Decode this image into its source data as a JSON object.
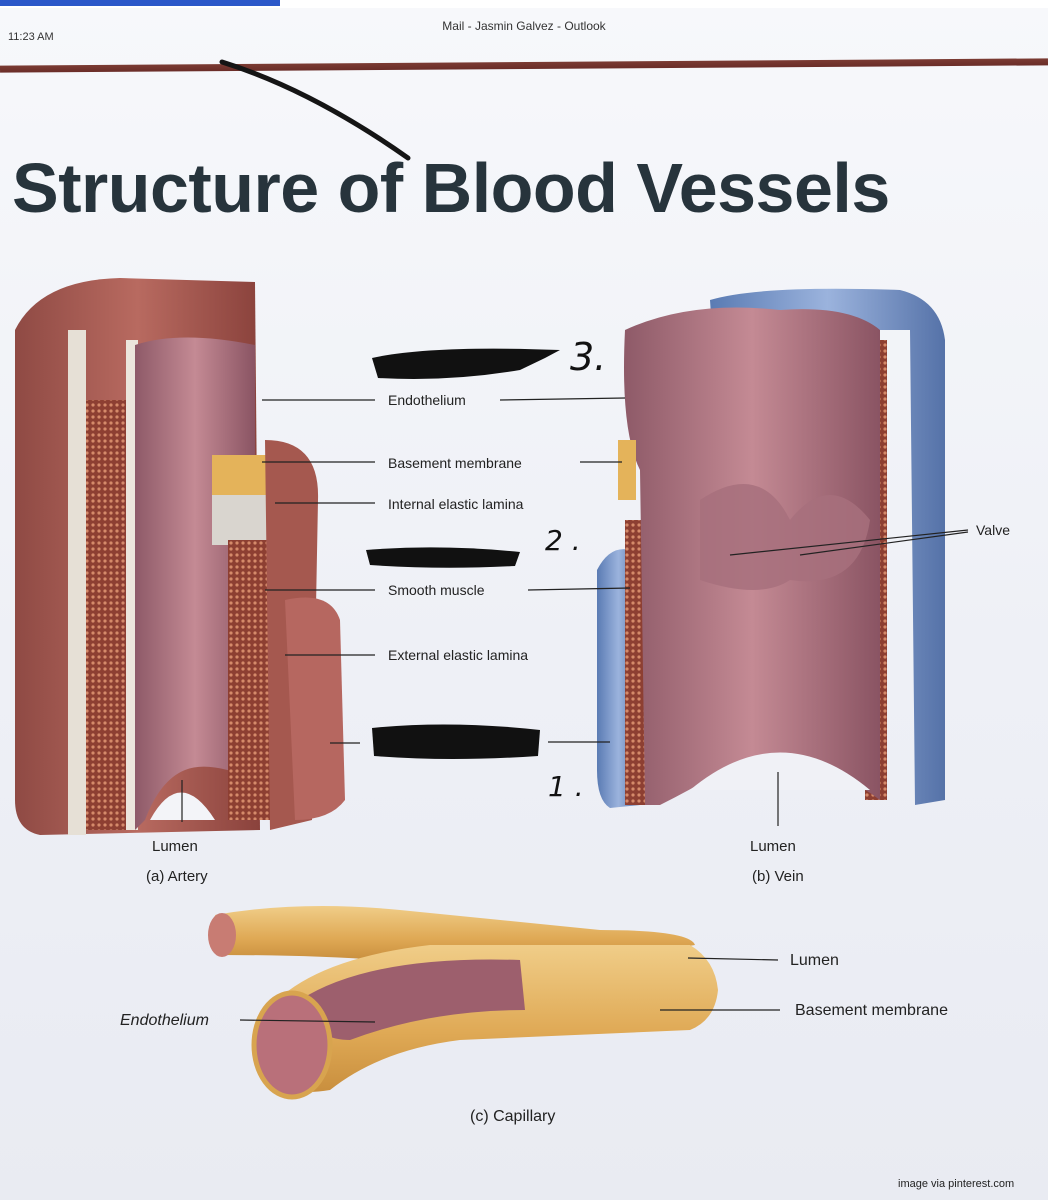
{
  "status_bar": {
    "time": "11:23 AM",
    "window_title": "Mail - Jasmin Galvez - Outlook"
  },
  "diagram": {
    "title": "Structure of Blood Vessels",
    "labels": {
      "endothelium": "Endothelium",
      "basement_membrane": "Basement membrane",
      "internal_elastic_lamina": "Internal elastic lamina",
      "smooth_muscle": "Smooth muscle",
      "external_elastic_lamina": "External elastic lamina",
      "valve": "Valve",
      "lumen_artery": "Lumen",
      "artery_caption": "(a) Artery",
      "lumen_vein": "Lumen",
      "vein_caption": "(b) Vein",
      "lumen_capillary": "Lumen",
      "capillary_basement_membrane": "Basement membrane",
      "capillary_endothelium": "Endothelium",
      "capillary_caption": "(c) Capillary",
      "credit": "image via pinterest.com"
    },
    "handwritten_numbers": {
      "n3": "3.",
      "n2": "2 .",
      "n1": "1 ."
    },
    "colors": {
      "muscle": "#a85a55",
      "endothelium_pink": "#b97b86",
      "vein_outer": "#6f8fc2",
      "capillary_tan": "#e4b665",
      "redaction": "#111111"
    }
  }
}
